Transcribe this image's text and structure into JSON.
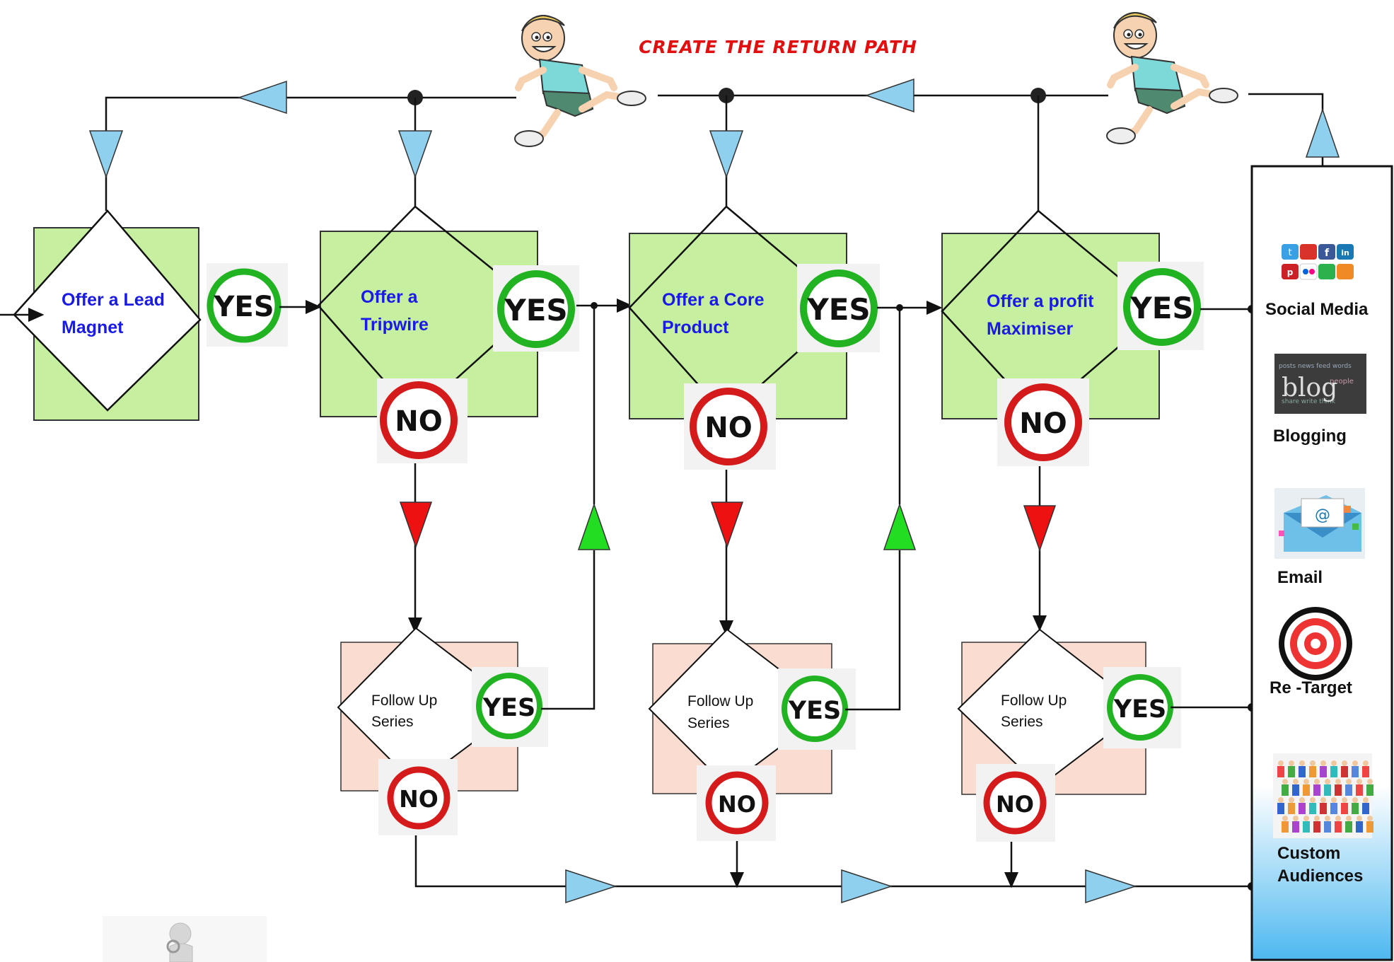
{
  "title": "CREATE THE RETURN PATH",
  "badges": {
    "yes": "YES",
    "no": "NO"
  },
  "stages": [
    {
      "label_line1": "Offer a Lead",
      "label_line2": "Magnet"
    },
    {
      "label_line1": "Offer a",
      "label_line2": "Tripwire"
    },
    {
      "label_line1": "Offer a Core",
      "label_line2": "Product"
    },
    {
      "label_line1": "Offer a profit",
      "label_line2": "Maximiser"
    }
  ],
  "follow_ups": [
    {
      "label_line1": "Follow Up",
      "label_line2": "Series"
    },
    {
      "label_line1": "Follow Up",
      "label_line2": "Series"
    },
    {
      "label_line1": "Follow Up",
      "label_line2": "Series"
    }
  ],
  "channels": {
    "social_media": "Social Media",
    "blogging": "Blogging",
    "blog_icon_text": "blog",
    "email": "Email",
    "retarget": "Re -Target",
    "custom_audiences_line1": "Custom",
    "custom_audiences_line2": "Audiences"
  },
  "colors": {
    "stage_fill": "#c6f0a0",
    "follow_up_fill": "#fbdcd0",
    "yes_ring": "#22b322",
    "no_ring": "#d41a1a",
    "blue_arrow": "#8fd0ee",
    "red_arrow": "#ee1111",
    "green_arrow": "#22dd22",
    "label_blue": "#1a1ae6",
    "title_red": "#e01010"
  },
  "icons": [
    "runner-figure",
    "social-media-grid-icon",
    "blog-icon",
    "email-icon",
    "target-icon",
    "crowd-icon",
    "person-figure"
  ]
}
